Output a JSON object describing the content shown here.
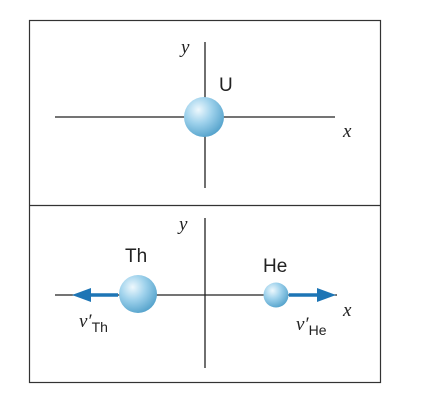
{
  "colors": {
    "frame": "#333333",
    "axes": "#222222",
    "arrow": "#1d75b5",
    "sphere_highlight": "#eef8fd",
    "sphere_mid": "#9fd2ec",
    "sphere_shadow": "#4f9fc9"
  },
  "before_panel": {
    "axis_y": "y",
    "axis_x": "x",
    "nucleus_label": "U"
  },
  "after_panel": {
    "axis_y": "y",
    "axis_x": "x",
    "daughter_label": "Th",
    "alpha_label": "He",
    "daughter_velocity": {
      "symbol": "v′",
      "subscript": "Th",
      "direction": "left"
    },
    "alpha_velocity": {
      "symbol": "v′",
      "subscript": "He",
      "direction": "right"
    }
  }
}
